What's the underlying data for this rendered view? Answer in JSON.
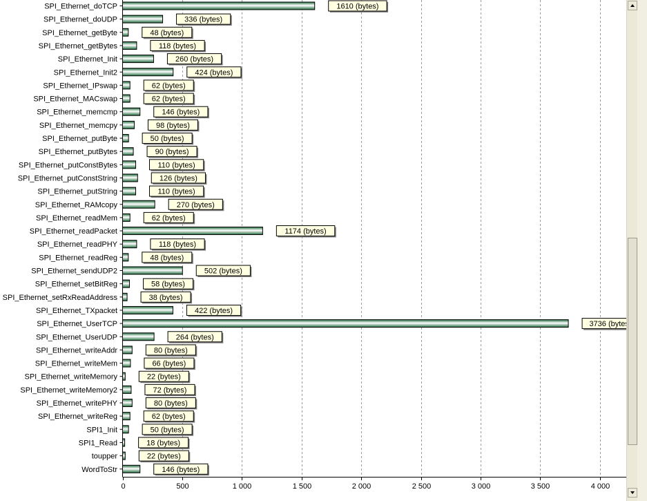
{
  "chart_data": {
    "type": "bar",
    "orientation": "horizontal",
    "categories": [
      "SPI_Ethernet_doTCP",
      "SPI_Ethernet_doUDP",
      "SPI_Ethernet_getByte",
      "SPI_Ethernet_getBytes",
      "SPI_Ethernet_Init",
      "SPI_Ethernet_Init2",
      "SPI_Ethernet_IPswap",
      "SPI_Ethernet_MACswap",
      "SPI_Ethernet_memcmp",
      "SPI_Ethernet_memcpy",
      "SPI_Ethernet_putByte",
      "SPI_Ethernet_putBytes",
      "SPI_Ethernet_putConstBytes",
      "SPI_Ethernet_putConstString",
      "SPI_Ethernet_putString",
      "SPI_Ethernet_RAMcopy",
      "SPI_Ethernet_readMem",
      "SPI_Ethernet_readPacket",
      "SPI_Ethernet_readPHY",
      "SPI_Ethernet_readReg",
      "SPI_Ethernet_sendUDP2",
      "SPI_Ethernet_setBitReg",
      "SPI_Ethernet_setRxReadAddress",
      "SPI_Ethernet_TXpacket",
      "SPI_Ethernet_UserTCP",
      "SPI_Ethernet_UserUDP",
      "SPI_Ethernet_writeAddr",
      "SPI_Ethernet_writeMem",
      "SPI_Ethernet_writeMemory",
      "SPI_Ethernet_writeMemory2",
      "SPI_Ethernet_writePHY",
      "SPI_Ethernet_writeReg",
      "SPI1_Init",
      "SPI1_Read",
      "toupper",
      "WordToStr"
    ],
    "values": [
      1610,
      336,
      48,
      118,
      260,
      424,
      62,
      62,
      146,
      98,
      50,
      90,
      110,
      126,
      110,
      270,
      62,
      1174,
      118,
      48,
      502,
      58,
      38,
      422,
      3736,
      264,
      80,
      66,
      22,
      72,
      80,
      62,
      50,
      18,
      22,
      146
    ],
    "value_labels": [
      "1610 (bytes)",
      "336 (bytes)",
      "48 (bytes)",
      "118 (bytes)",
      "260 (bytes)",
      "424 (bytes)",
      "62 (bytes)",
      "62 (bytes)",
      "146 (bytes)",
      "98 (bytes)",
      "50 (bytes)",
      "90 (bytes)",
      "110 (bytes)",
      "126 (bytes)",
      "110 (bytes)",
      "270 (bytes)",
      "62 (bytes)",
      "1174 (bytes)",
      "118 (bytes)",
      "48 (bytes)",
      "502 (bytes)",
      "58 (bytes)",
      "38 (bytes)",
      "422 (bytes)",
      "3736 (bytes",
      "264 (bytes)",
      "80 (bytes)",
      "66 (bytes)",
      "22 (bytes)",
      "72 (bytes)",
      "80 (bytes)",
      "62 (bytes)",
      "50 (bytes)",
      "18 (bytes)",
      "22 (bytes)",
      "146 (bytes)"
    ],
    "x_ticks": [
      0,
      500,
      1000,
      1500,
      2000,
      2500,
      3000,
      3500,
      4000
    ],
    "x_tick_labels": [
      "0",
      "500",
      "1 000",
      "1 500",
      "2 000",
      "2 500",
      "3 000",
      "3 500",
      "4 000"
    ],
    "xlim": [
      0,
      4200
    ],
    "title": "",
    "xlabel": "",
    "ylabel": "",
    "grid": "vertical dashed",
    "legend": "none",
    "colors": {
      "bar_dark": "#1f6b3c",
      "bar_light": "#ffffff",
      "bar_border": "#000000",
      "label_bg": "#ffffe1",
      "grid": "#9a9a9a",
      "scrollbar_track": "#ece9d8"
    }
  }
}
